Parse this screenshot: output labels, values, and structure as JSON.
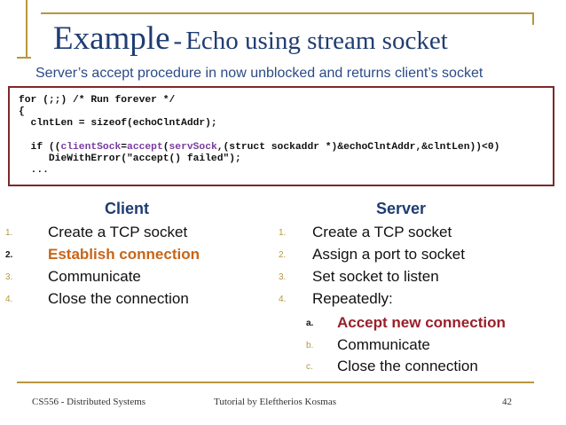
{
  "title": {
    "main": "Example",
    "separator": "-",
    "rest": "Echo using stream socket"
  },
  "subtitle": "Server’s accept procedure in now unblocked and returns client’s socket",
  "code": {
    "line1": "for (;;) /* Run forever */",
    "line2": "{",
    "line3": "  clntLen = sizeof(echoClntAddr);",
    "line4": "",
    "line5_pre": "  if ((",
    "line5_var": "clientSock",
    "line5_eq": "=",
    "line5_fn": "accept",
    "line5_paren": "(",
    "line5_arg": "servSock",
    "line5_post": ",(struct sockaddr *)&echoClntAddr,&clntLen))<0)",
    "line6": "     DieWithError(\"accept() failed\");",
    "line7": "  ..."
  },
  "client": {
    "heading": "Client",
    "items": [
      {
        "num": "1.",
        "text": "Create a TCP socket"
      },
      {
        "num": "2.",
        "text": "Establish connection"
      },
      {
        "num": "3.",
        "text": "Communicate"
      },
      {
        "num": "4.",
        "text": "Close the connection"
      }
    ]
  },
  "server": {
    "heading": "Server",
    "items": [
      {
        "num": "1.",
        "text": "Create a TCP socket"
      },
      {
        "num": "2.",
        "text": "Assign a port to socket"
      },
      {
        "num": "3.",
        "text": "Set socket to listen"
      },
      {
        "num": "4.",
        "text": "Repeatedly:"
      }
    ],
    "subitems": [
      {
        "num": "a.",
        "text": "Accept new connection"
      },
      {
        "num": "b.",
        "text": "Communicate"
      },
      {
        "num": "c.",
        "text": "Close the connection"
      }
    ]
  },
  "footer": {
    "course": "CS556 - Distributed Systems",
    "author": "Tutorial by Eleftherios Kosmas",
    "page": "42"
  },
  "colors": {
    "title": "#1f3d73",
    "frame": "#b8963e",
    "code_border": "#7b2a2a",
    "highlight_orange": "#c8651a",
    "highlight_red": "#9a1f2a",
    "code_highlight": "#7a3aa0"
  }
}
